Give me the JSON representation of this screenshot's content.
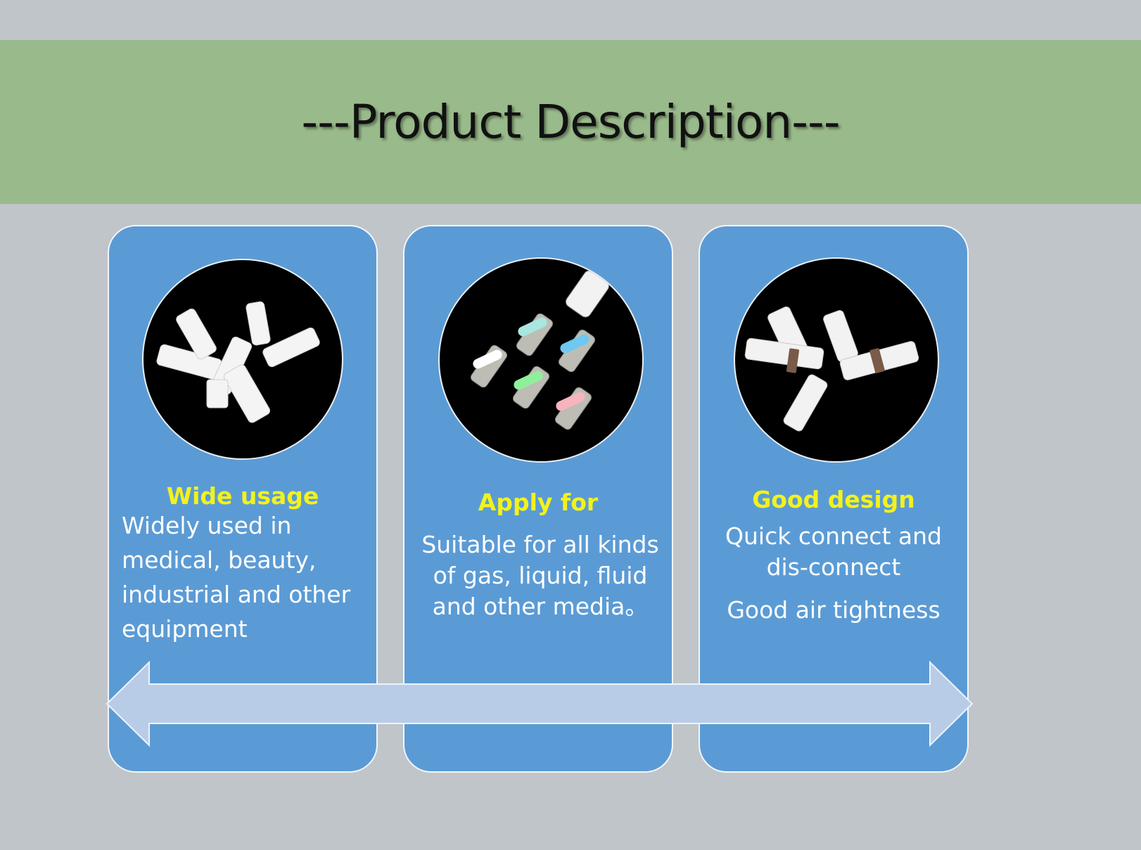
{
  "title": "---Product Description---",
  "cards": [
    {
      "heading": "Wide usage",
      "body": "Widely used in medical, beauty, industrial and other equipment",
      "image_icon": "white-connectors-photo"
    },
    {
      "heading": "Apply for",
      "body": "Suitable for all kinds of gas, liquid, fluid and other media。",
      "image_icon": "colored-connectors-photo"
    },
    {
      "heading": "Good design",
      "body_lines": [
        "Quick connect and",
        "dis-connect"
      ],
      "body_extra": "Good air tightness",
      "image_icon": "bulkhead-connectors-photo"
    }
  ],
  "colors": {
    "banner": "#99ba8a",
    "card": "#5b9bd5",
    "heading": "#f2f21c",
    "arrow": "#b8cce8",
    "background": "#c0c5c9"
  }
}
